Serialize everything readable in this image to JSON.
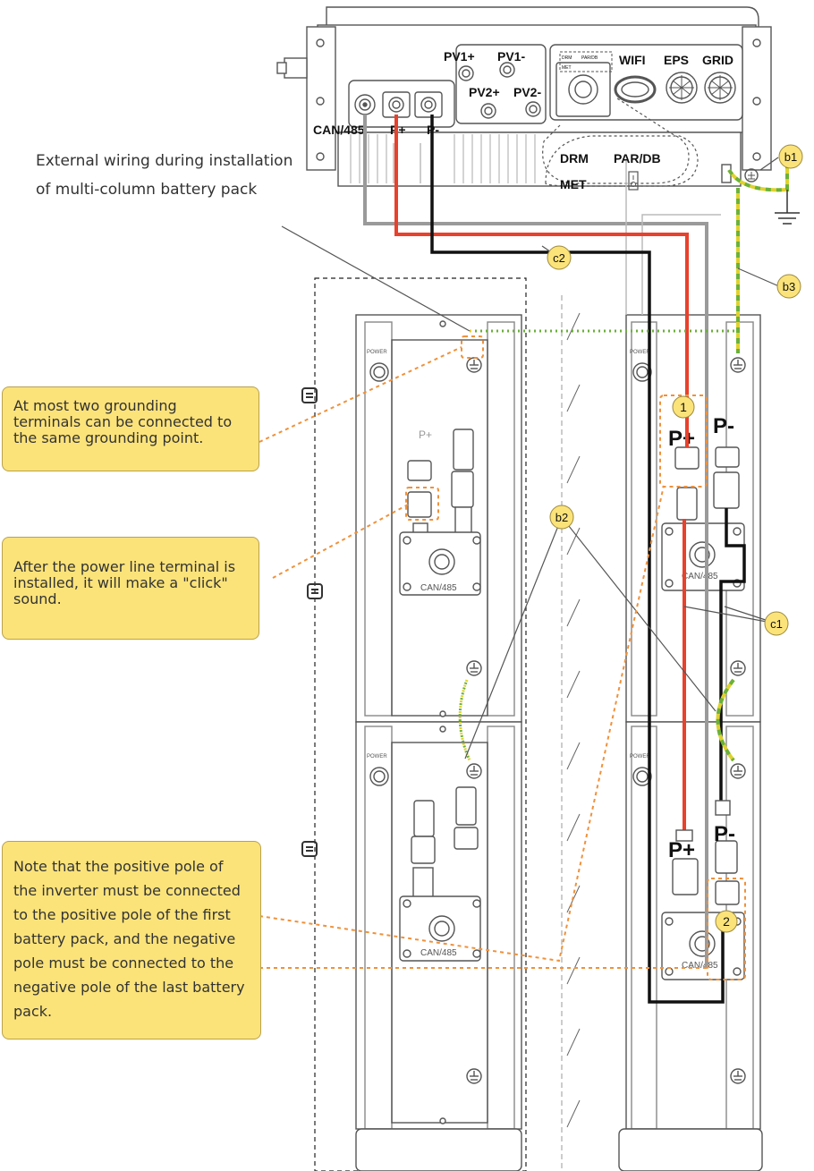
{
  "inverter": {
    "port_labels": {
      "pv1_pos": "PV1+",
      "pv1_neg": "PV1-",
      "pv2_pos": "PV2+",
      "pv2_neg": "PV2-",
      "wifi": "WIFI",
      "eps": "EPS",
      "grid": "GRID",
      "can485": "CAN/485",
      "p_pos": "P+",
      "p_neg": "P-",
      "drm": "DRM",
      "met": "MET",
      "par_db": "PAR/DB",
      "drm_small": "DRM",
      "pardb_small": "PAR/DB",
      "met_small": "MET"
    }
  },
  "caption": {
    "line1": "External wiring during installation",
    "line2": "of multi-column battery pack"
  },
  "notes": {
    "grounding": [
      "At most two grounding",
      "terminals can be connected to",
      "the same grounding point."
    ],
    "click": [
      "After the power line terminal is",
      "installed, it will make a \"click\"",
      "sound."
    ],
    "polarity": [
      "Note that the positive pole of",
      "the inverter must be connected",
      "to the positive pole of the first",
      "battery pack, and the negative",
      "pole must be connected to the",
      "negative pole of the last battery",
      "pack."
    ]
  },
  "callouts": {
    "b1": "b1",
    "b2": "b2",
    "b3": "b3",
    "c1": "c1",
    "c2": "c2",
    "n1": "1",
    "n2": "2"
  },
  "battery": {
    "power_label": "POWER",
    "can485_label": "CAN/485",
    "p_pos_label": "P+",
    "p_neg_label": "P-",
    "left_p_small": "P+"
  },
  "colors": {
    "positive": "#e8412c",
    "negative": "#111111",
    "comm": "#9a9a9a",
    "ground_yellow": "#e0d22e",
    "ground_green": "#6bb13a",
    "callout_fill": "#fbe37a",
    "dashed_orange": "#f0913a"
  }
}
